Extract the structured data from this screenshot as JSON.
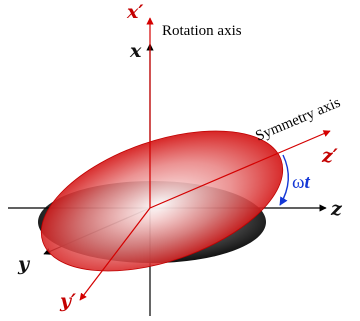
{
  "labels": {
    "x_prime": "x′",
    "x": "x",
    "rotation_axis": "Rotation axis",
    "symmetry_axis": "Symmetry axis",
    "z_prime": "z′",
    "omega_symbol": "ω",
    "omega_t": "t",
    "z": "z",
    "y": "y",
    "y_prime": "y′"
  },
  "colors": {
    "fixed_axes": "#000000",
    "rotating_axes": "#d40000",
    "rotation_arrow": "#1538d6",
    "dark_ellipsoid": "#000000",
    "red_ellipsoid": "#e00000"
  }
}
